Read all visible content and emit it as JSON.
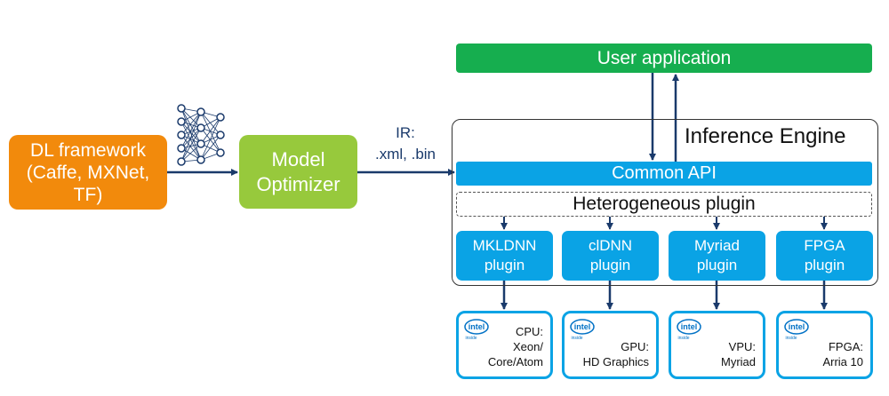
{
  "dl_framework": {
    "lines": [
      "DL framework",
      "(Caffe, MXNet,",
      "TF)"
    ],
    "color": "#f28a0c"
  },
  "model_optimizer": {
    "lines": [
      "Model",
      "Optimizer"
    ],
    "color": "#97c93c"
  },
  "ir": {
    "lines": [
      "IR:",
      ".xml, .bin"
    ]
  },
  "user_app": {
    "label": "User application",
    "color": "#16ae4f"
  },
  "inference_engine": {
    "title": "Inference Engine"
  },
  "common_api": {
    "label": "Common API",
    "color": "#0aa3e5"
  },
  "hetero": {
    "label": "Heterogeneous plugin"
  },
  "plugins": [
    {
      "line1": "MKLDNN",
      "line2": "plugin"
    },
    {
      "line1": "clDNN",
      "line2": "plugin"
    },
    {
      "line1": "Myriad",
      "line2": "plugin"
    },
    {
      "line1": "FPGA",
      "line2": "plugin"
    }
  ],
  "hardware": [
    {
      "lines": [
        "CPU:",
        "Xeon/",
        "Core/Atom"
      ]
    },
    {
      "lines": [
        "GPU:",
        "HD Graphics"
      ]
    },
    {
      "lines": [
        "VPU:",
        "Myriad"
      ]
    },
    {
      "lines": [
        "FPGA:",
        "Arria 10"
      ]
    }
  ],
  "logo": {
    "brand": "intel",
    "tag": "inside",
    "icon": "intel-inside-logo"
  },
  "icons": {
    "network": "neural-network-icon"
  },
  "arrow_color": "#1a3a6b"
}
